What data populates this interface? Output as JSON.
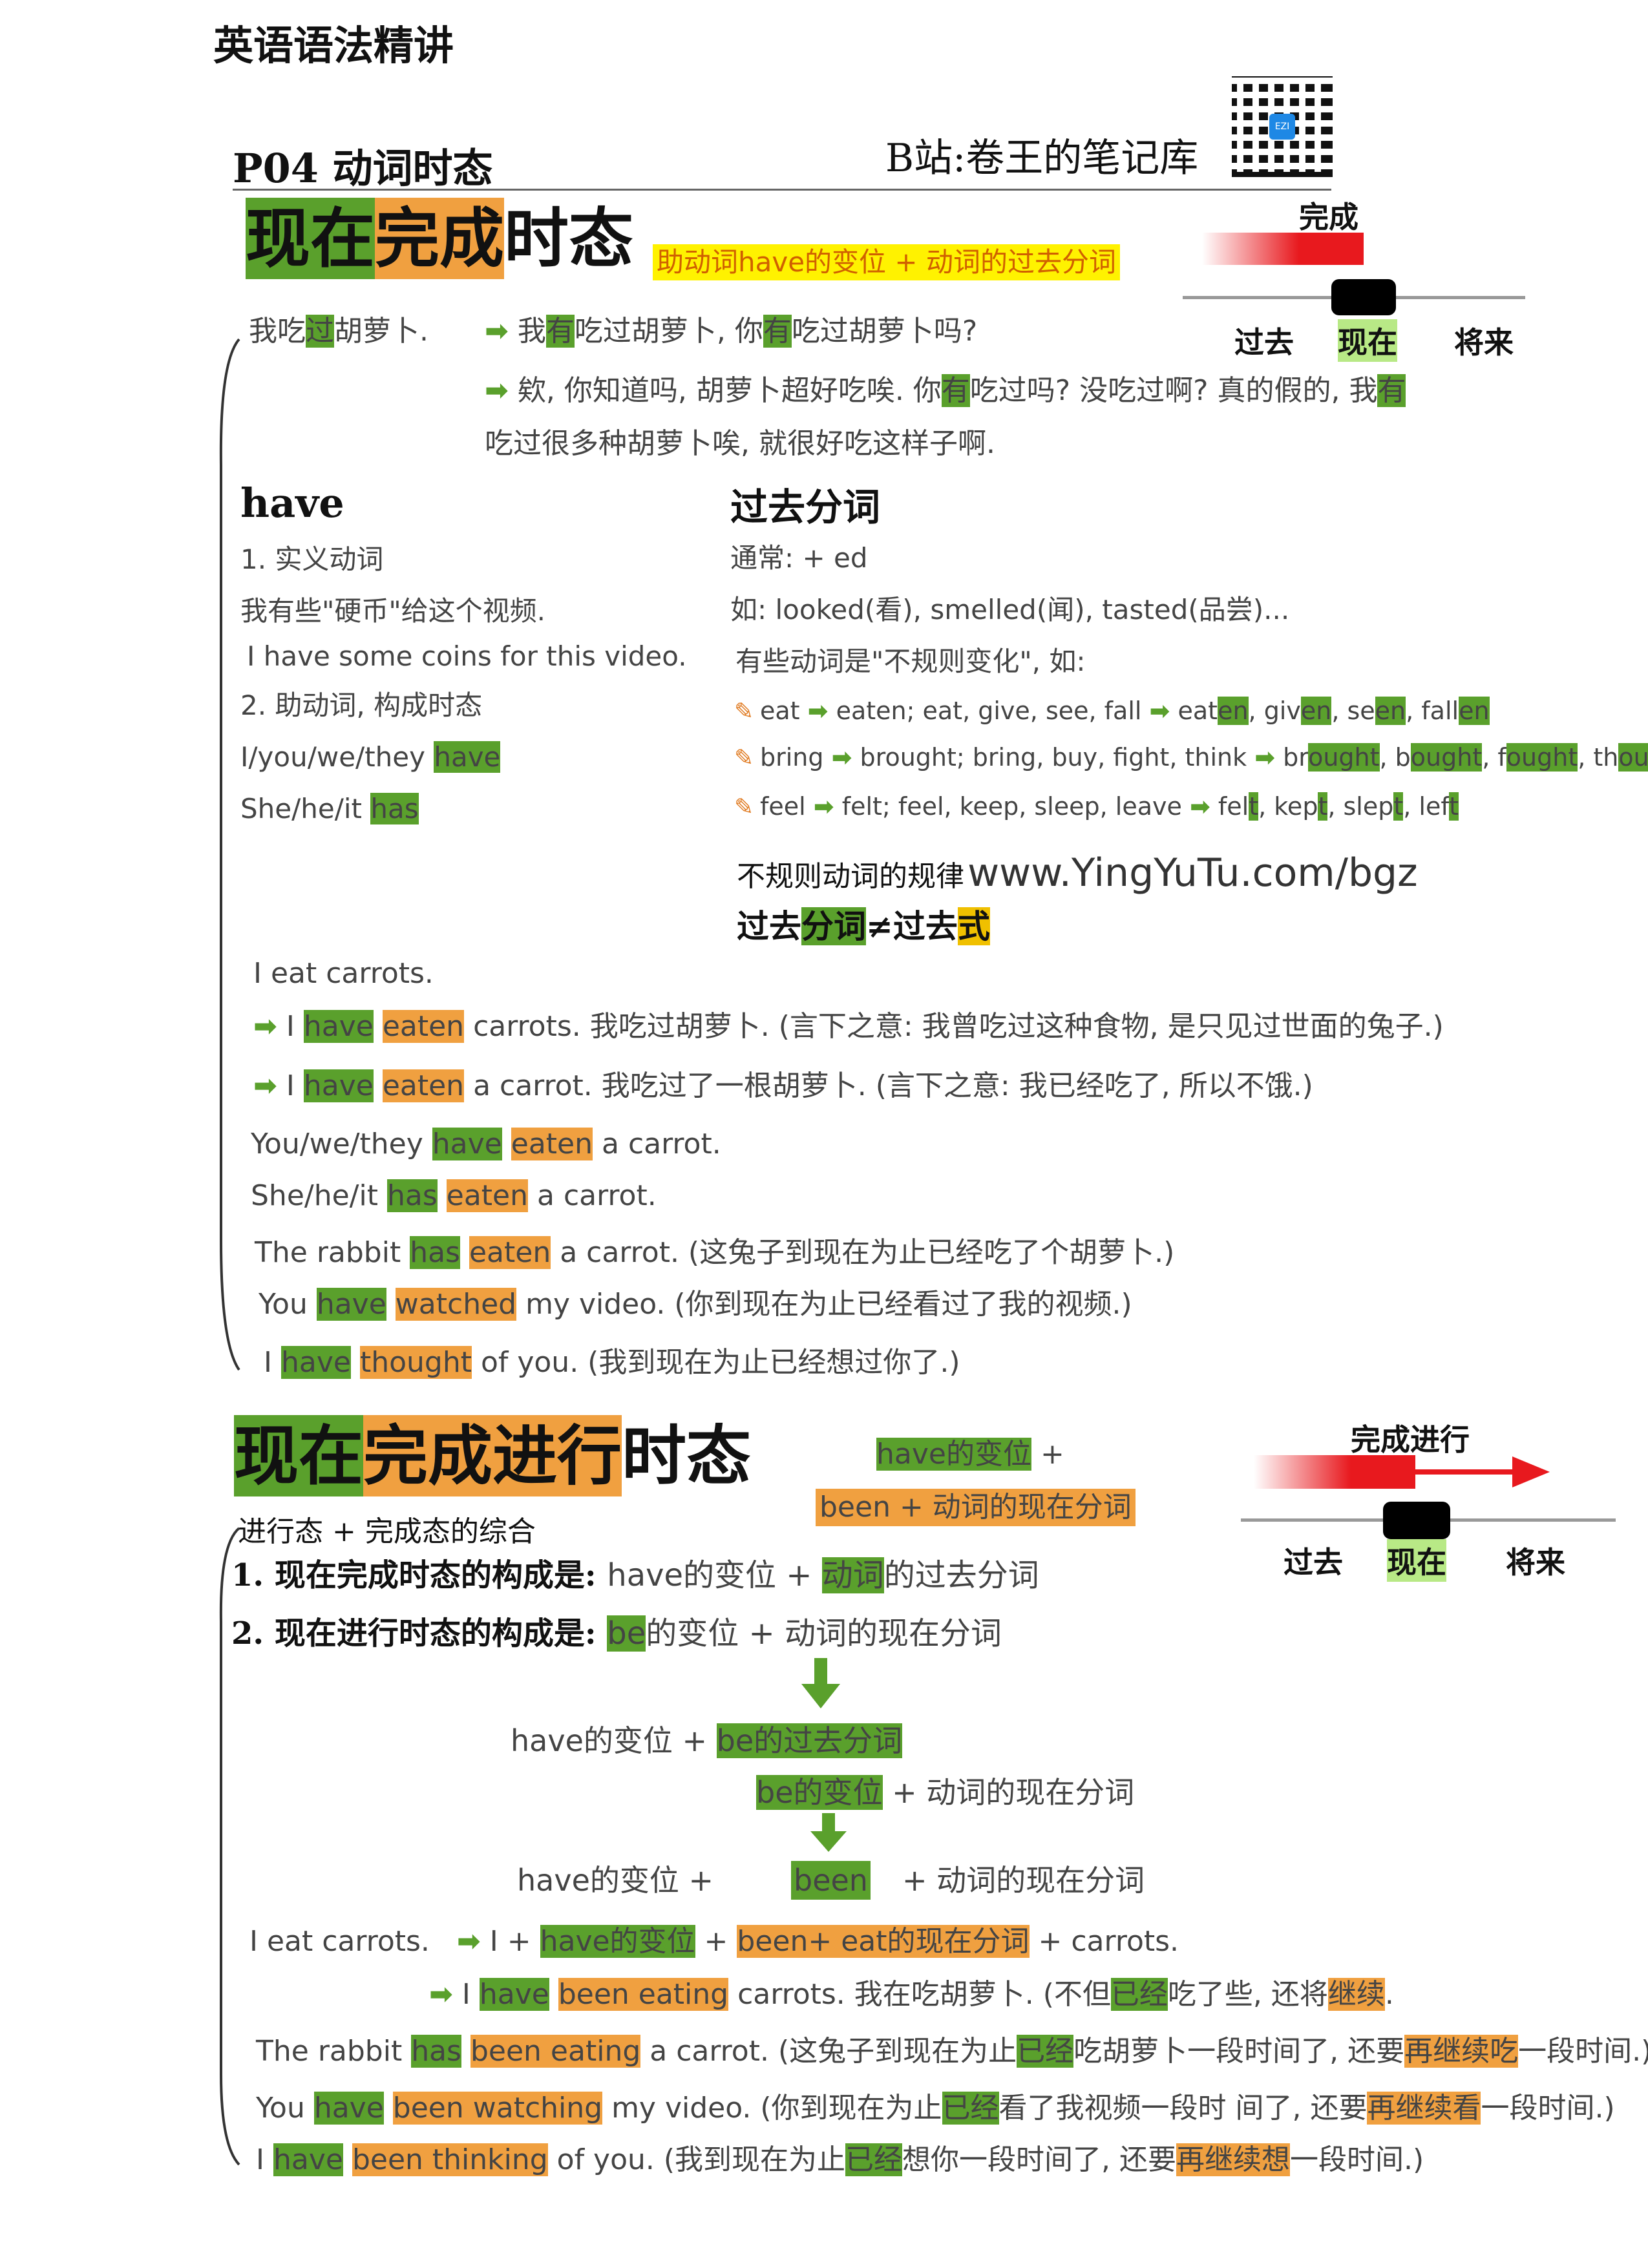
{
  "header": {
    "series": "英语语法精讲",
    "lesson": "P04 动词时态",
    "channel": "B站:卷王的笔记库",
    "qr_label": "EZI"
  },
  "s1": {
    "title": [
      "现在",
      "完成",
      "时态"
    ],
    "formula": "助动词have的变位 + 动词的过去分词",
    "timeline": {
      "label": "完成",
      "past": "过去",
      "now": "现在",
      "future": "将来"
    },
    "ex_main": [
      "我吃",
      "过",
      "胡萝卜."
    ],
    "ex_a": [
      "我",
      "有",
      "吃过胡萝卜, 你",
      "有",
      "吃过胡萝卜吗?"
    ],
    "ex_b": [
      "欸, 你知道吗, 胡萝卜超好吃唉. 你",
      "有",
      "吃过吗? 没吃过啊? 真的假的, 我",
      "有"
    ],
    "ex_b2": "吃过很多种胡萝卜唉, 就很好吃这样子啊.",
    "have": {
      "head": "have",
      "l1": "1. 实义动词",
      "l2": "我有些\"硬币\"给这个视频.",
      "l3": "I have some coins for this video.",
      "l4": "2. 助动词, 构成时态",
      "l5a": "I/you/we/they ",
      "l5b": "have",
      "l6a": "She/he/it ",
      "l6b": "has"
    },
    "pp": {
      "head": "过去分词",
      "l1": "通常: + ed",
      "l2": "如: looked(看), smelled(闻), tasted(品尝)...",
      "l3": "有些动词是\"不规则变化\", 如:",
      "r1": [
        "eat",
        "eaten; eat, give, see, fall",
        "eat",
        "en",
        ", giv",
        "en",
        ", se",
        "en",
        ", fall",
        "en"
      ],
      "r2": [
        "bring",
        "brought; bring, buy, fight, think",
        "br",
        "ought",
        ", b",
        "ought",
        ", f",
        "ought",
        ", th",
        "ought"
      ],
      "r3": [
        "feel",
        "felt; feel, keep, sleep, leave",
        "fel",
        "t",
        ", kep",
        "t",
        ", slep",
        "t",
        ", lef",
        "t"
      ],
      "rule": "不规则动词的规律",
      "url": "www.YingYuTu.com/bgz",
      "neq": [
        "过去",
        "分词",
        "≠过去",
        "式"
      ]
    },
    "e1": "I eat carrots.",
    "e2": [
      "I ",
      "have",
      "eaten",
      "carrots. 我吃过胡萝卜. (言下之意: 我曾吃过这种食物, 是只见过世面的兔子.)"
    ],
    "e3": [
      "I ",
      "have",
      "eaten",
      "a carrot. 我吃过了一根胡萝卜. (言下之意: 我已经吃了, 所以不饿.)"
    ],
    "e4": [
      "You/we/they ",
      "have",
      "eaten",
      "a carrot."
    ],
    "e5": [
      "She/he/it ",
      "has",
      "eaten",
      "a carrot."
    ],
    "e6": [
      "The rabbit ",
      "has",
      "eaten",
      "a carrot. (这兔子到现在为止已经吃了个胡萝卜.)"
    ],
    "e7": [
      "You ",
      "have",
      "watched",
      "my video. (你到现在为止已经看过了我的视频.)"
    ],
    "e8": [
      "I ",
      "have",
      "thought",
      "of you. (我到现在为止已经想过你了.)"
    ]
  },
  "s2": {
    "title": [
      "现在",
      "完成进行",
      "时态"
    ],
    "f1": [
      "have的变位",
      " +"
    ],
    "f2": "been + 动词的现在分词",
    "timeline": {
      "label": "完成进行",
      "past": "过去",
      "now": "现在",
      "future": "将来"
    },
    "sub": "进行态 + 完成态的综合",
    "p1": [
      "1. 现在完成时态的构成是: ",
      "have的变位 + ",
      "动词",
      "的过去分词"
    ],
    "p2": [
      "2. 现在进行时态的构成是: ",
      "be",
      "的变位 + 动词的现在分词"
    ],
    "d1": [
      "have的变位 + ",
      "be的过去分词"
    ],
    "d2": [
      "be的变位",
      " + 动词的现在分词"
    ],
    "d3": [
      "have的变位 +",
      "been",
      "+ 动词的现在分词"
    ],
    "x1": [
      "I eat carrots.",
      "I + ",
      "have的变位",
      " + ",
      "been+ eat的现在分词",
      " + carrots."
    ],
    "x2": [
      "I ",
      "have",
      "been eating",
      "carrots. 我在吃胡萝卜. (不但",
      "已经",
      "吃了些, 还将",
      "继续",
      "."
    ],
    "x3": [
      "The rabbit ",
      "has",
      "been eating",
      "a carrot. (这兔子到现在为止",
      "已经",
      "吃胡萝卜一段时间了, 还要",
      "再继续吃",
      "一段时间.)"
    ],
    "x4": [
      "You ",
      "have",
      "been watching",
      "my video. (你到现在为止",
      "已经",
      "看了我视频一段时 间了, 还要",
      "再继续看",
      "一段时间.)"
    ],
    "x5": [
      "I ",
      "have",
      "been thinking",
      "of you. (我到现在为止",
      "已经",
      "想你一段时间了, 还要",
      "再继续想",
      "一段时间.)"
    ]
  },
  "colors": {
    "green": "#5aa02c",
    "orange": "#f0a040",
    "yellow": "#fff200",
    "red": "#e8191e"
  },
  "icons": [
    "arrow-right-icon",
    "pencil-icon",
    "arrow-down-icon",
    "qr-code-icon",
    "brace-icon"
  ]
}
